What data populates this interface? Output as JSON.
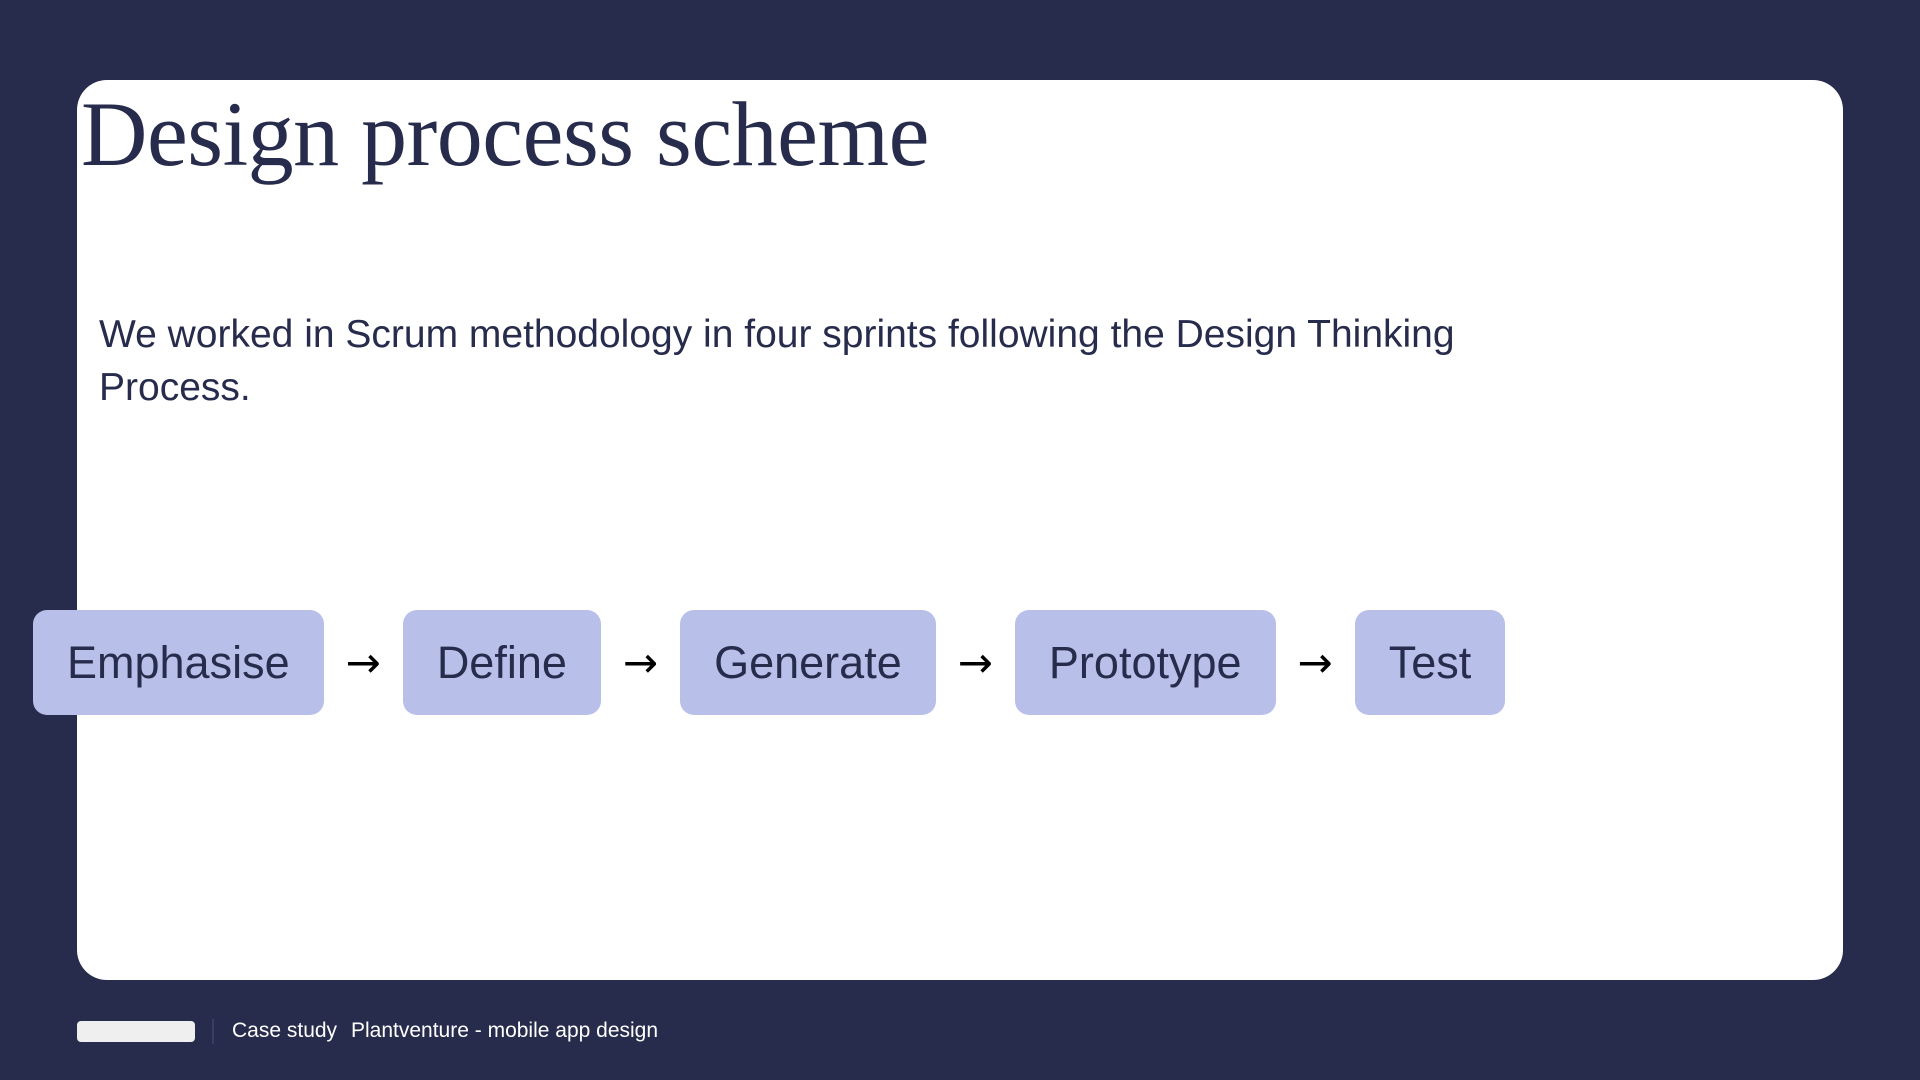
{
  "theme": {
    "background_color": "#272b4c",
    "card_color": "#ffffff",
    "accent_color": "#b8c0ea",
    "text_color": "#272b4c",
    "footer_text_color": "#ffffff",
    "arrow_color": "#000000"
  },
  "slide": {
    "title": "Design process scheme",
    "body": "We worked in Scrum methodology in four sprints following the Design Thinking Process."
  },
  "process_flow": {
    "arrow_glyph": "→",
    "steps": [
      {
        "label": "Emphasise"
      },
      {
        "label": "Define"
      },
      {
        "label": "Generate"
      },
      {
        "label": "Prototype"
      },
      {
        "label": "Test"
      }
    ]
  },
  "footer": {
    "label": "Case study",
    "subject": "Plantventure - mobile app design"
  }
}
